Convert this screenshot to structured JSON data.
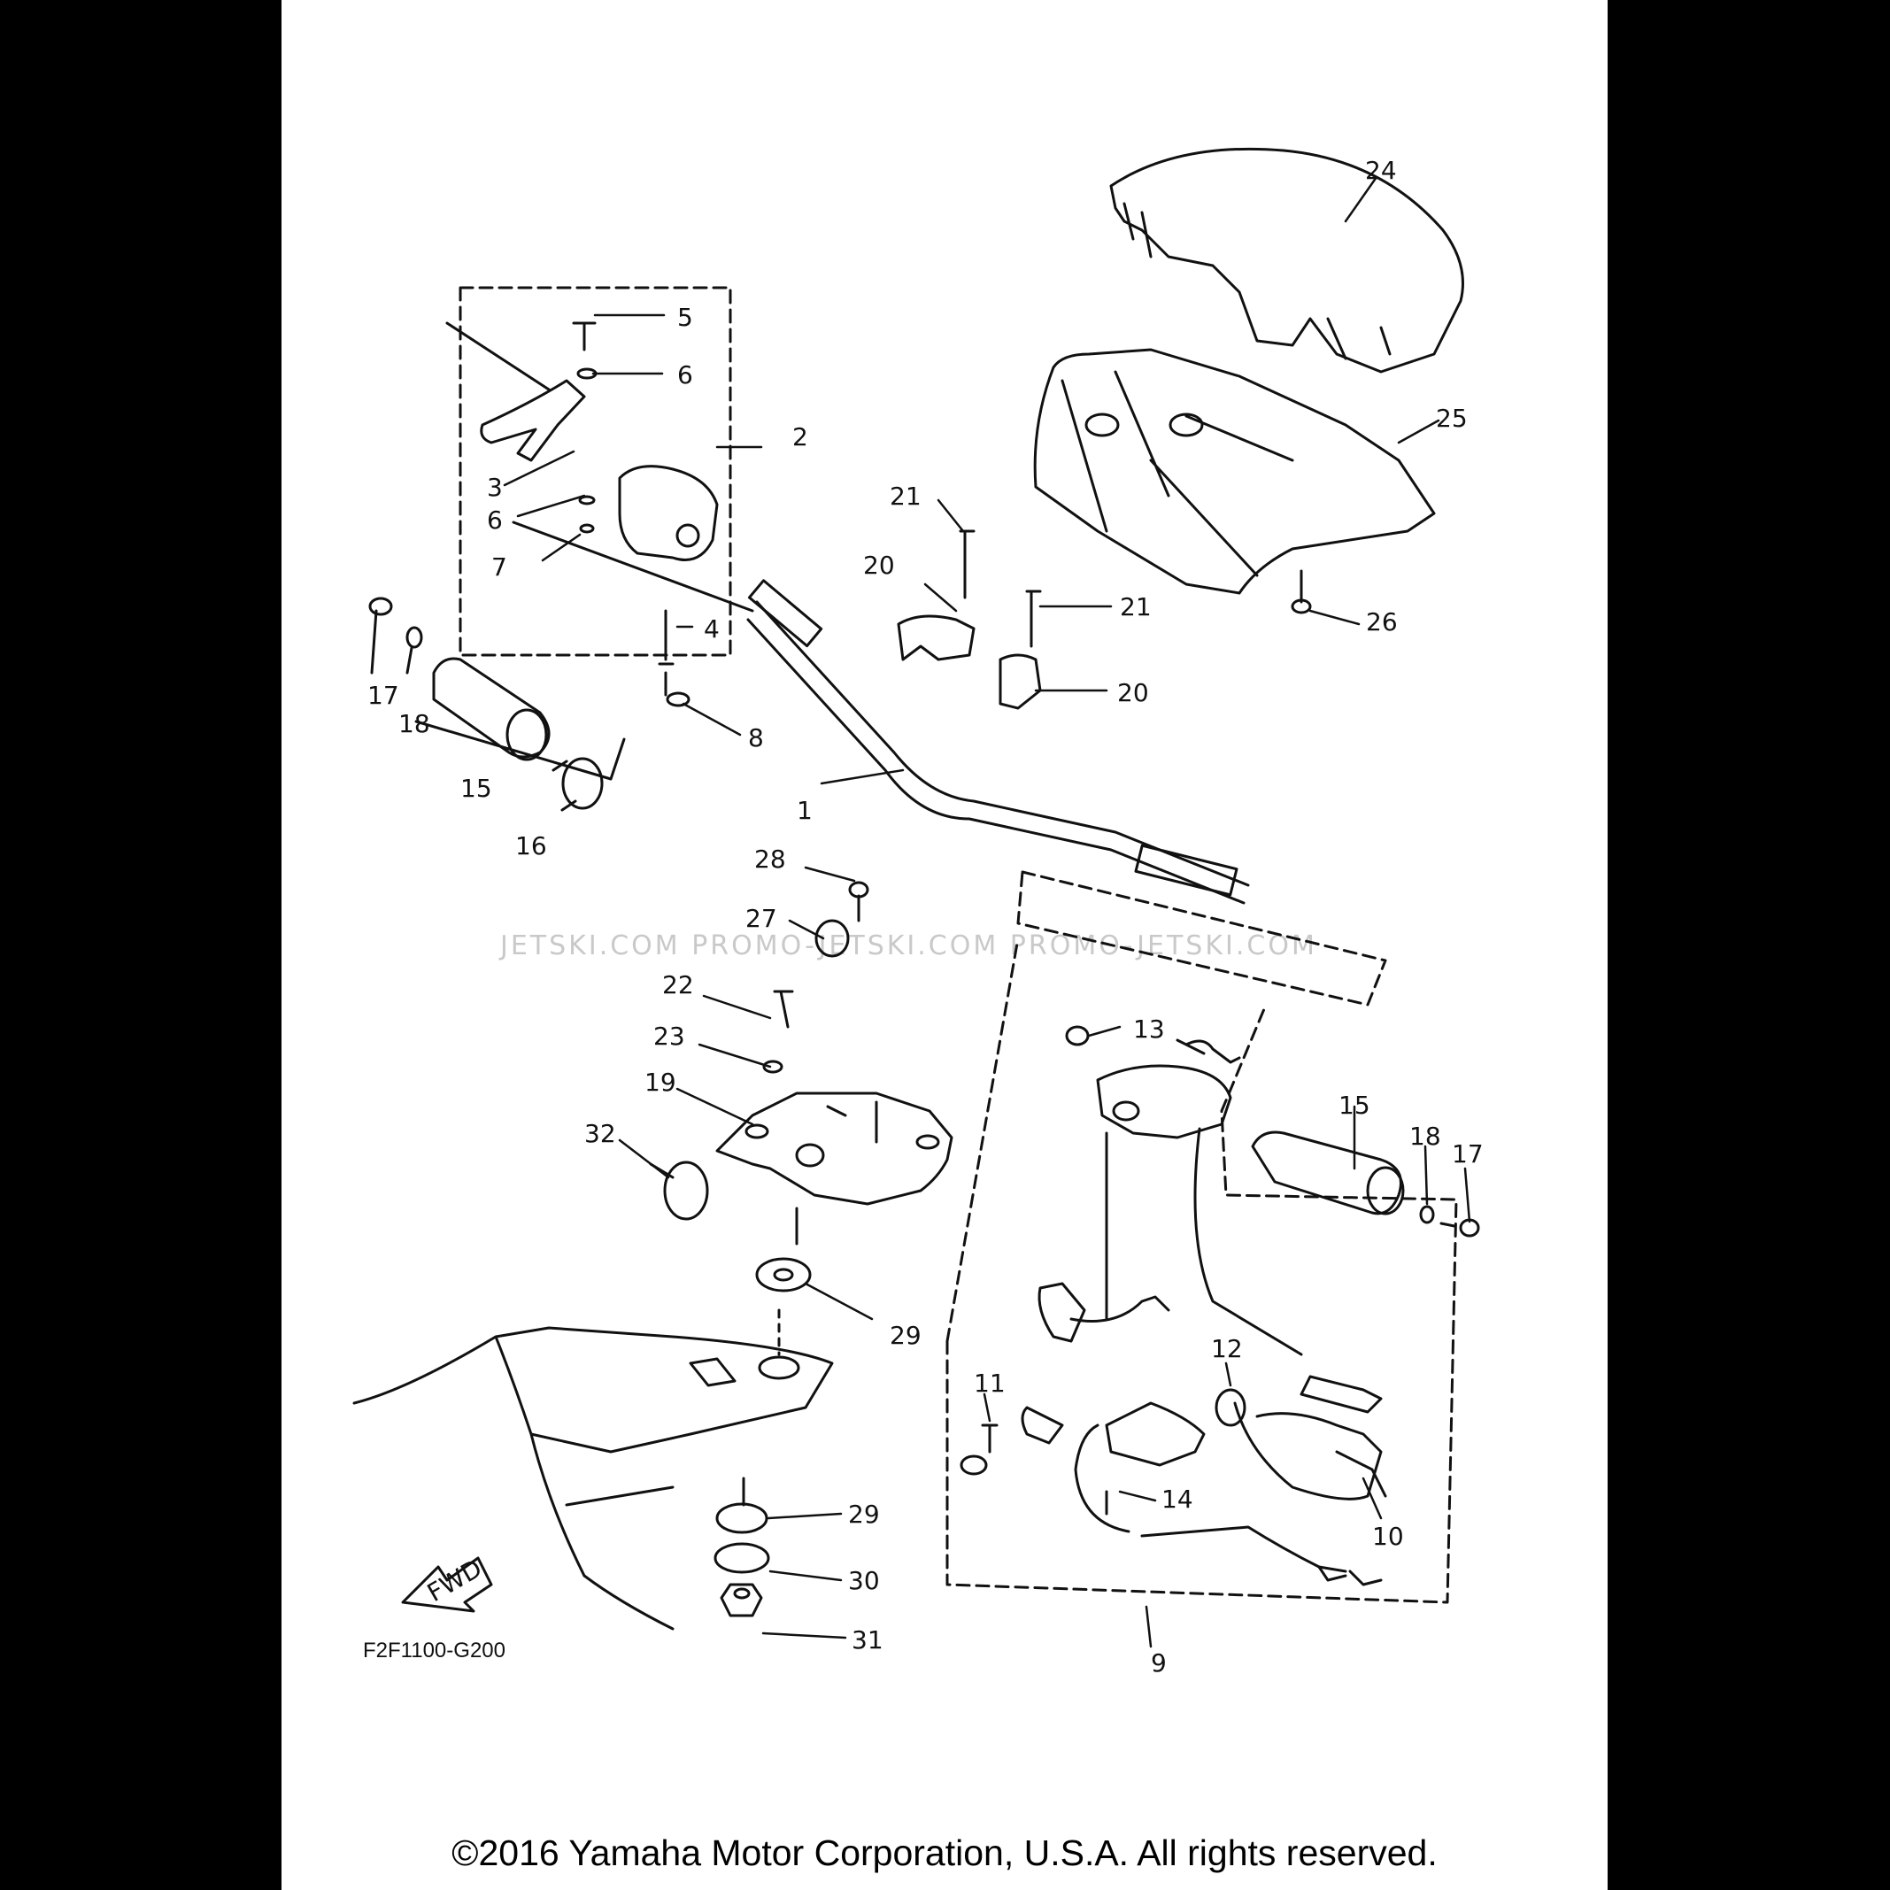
{
  "diagram": {
    "drawing_code": "F2F1100-G200",
    "fwd_label": "FWD",
    "watermark": "JETSKI.COM   PROMO-JETSKI.COM   PROMO-JETSKI.COM",
    "copyright": "©2016 Yamaha Motor Corporation, U.S.A. All rights reserved.",
    "callouts": [
      {
        "id": "c5",
        "label": "5"
      },
      {
        "id": "c6a",
        "label": "6"
      },
      {
        "id": "c2",
        "label": "2"
      },
      {
        "id": "c3",
        "label": "3"
      },
      {
        "id": "c6b",
        "label": "6"
      },
      {
        "id": "c7",
        "label": "7"
      },
      {
        "id": "c4",
        "label": "4"
      },
      {
        "id": "c8",
        "label": "8"
      },
      {
        "id": "c17a",
        "label": "17"
      },
      {
        "id": "c18a",
        "label": "18"
      },
      {
        "id": "c15a",
        "label": "15"
      },
      {
        "id": "c16",
        "label": "16"
      },
      {
        "id": "c1",
        "label": "1"
      },
      {
        "id": "c21a",
        "label": "21"
      },
      {
        "id": "c20a",
        "label": "20"
      },
      {
        "id": "c21b",
        "label": "21"
      },
      {
        "id": "c20b",
        "label": "20"
      },
      {
        "id": "c24",
        "label": "24"
      },
      {
        "id": "c25",
        "label": "25"
      },
      {
        "id": "c26",
        "label": "26"
      },
      {
        "id": "c28",
        "label": "28"
      },
      {
        "id": "c27",
        "label": "27"
      },
      {
        "id": "c22",
        "label": "22"
      },
      {
        "id": "c23",
        "label": "23"
      },
      {
        "id": "c19",
        "label": "19"
      },
      {
        "id": "c32",
        "label": "32"
      },
      {
        "id": "c29a",
        "label": "29"
      },
      {
        "id": "c13",
        "label": "13"
      },
      {
        "id": "c15b",
        "label": "15"
      },
      {
        "id": "c18b",
        "label": "18"
      },
      {
        "id": "c17b",
        "label": "17"
      },
      {
        "id": "c12",
        "label": "12"
      },
      {
        "id": "c11",
        "label": "11"
      },
      {
        "id": "c14",
        "label": "14"
      },
      {
        "id": "c10",
        "label": "10"
      },
      {
        "id": "c9",
        "label": "9"
      },
      {
        "id": "c29b",
        "label": "29"
      },
      {
        "id": "c30",
        "label": "30"
      },
      {
        "id": "c31",
        "label": "31"
      }
    ]
  }
}
